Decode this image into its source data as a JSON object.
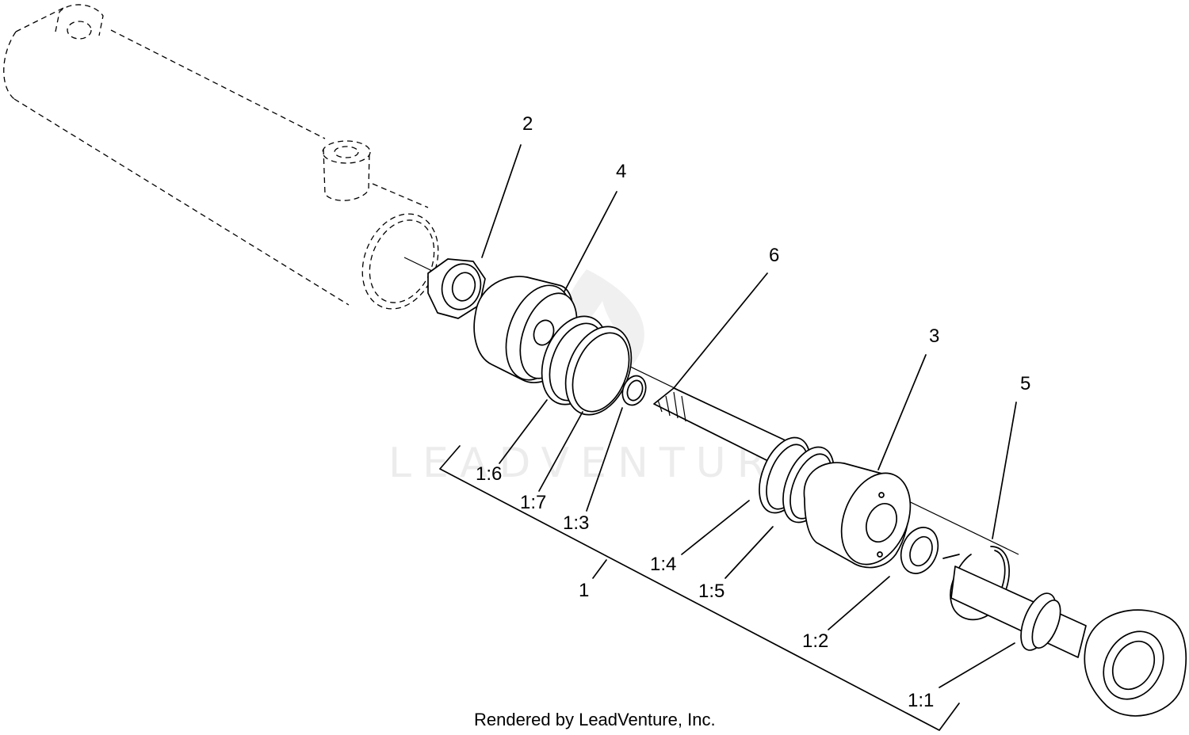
{
  "watermark": "LEADVENTURE",
  "credit": "Rendered by LeadVenture, Inc.",
  "callouts": {
    "c2": "2",
    "c4": "4",
    "c6": "6",
    "c3": "3",
    "c5": "5",
    "c1_6": "1:6",
    "c1_7": "1:7",
    "c1_3": "1:3",
    "c1_4": "1:4",
    "c1_5": "1:5",
    "c1": "1",
    "c1_2": "1:2",
    "c1_1": "1:1"
  }
}
